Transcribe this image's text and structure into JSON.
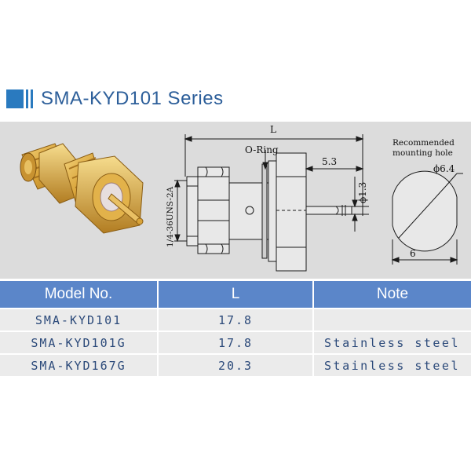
{
  "title": "SMA-KYD101 Series",
  "drawing": {
    "dim_L": "L",
    "oring_label": "O-Ring",
    "dim_5_3": "5.3",
    "dim_phi_1_3": "ϕ1.3",
    "thread_label": "1/4-36UNS-2A",
    "mount_title_line1": "Recommended",
    "mount_title_line2": "mounting hole",
    "dim_phi_6_4": "ϕ6.4",
    "dim_6": "6"
  },
  "table": {
    "headers": [
      "Model No.",
      "L",
      "Note"
    ],
    "rows": [
      {
        "model": "SMA-KYD101",
        "L": "17.8",
        "note": ""
      },
      {
        "model": "SMA-KYD101G",
        "L": "17.8",
        "note": "Stainless steel"
      },
      {
        "model": "SMA-KYD167G",
        "L": "20.3",
        "note": "Stainless steel"
      }
    ]
  },
  "colors": {
    "accent": "#2a7abf",
    "header_bg": "#5b86c9",
    "row_bg": "#ebebeb",
    "figure_bg": "#dcdcdc",
    "gold": "#d9a43a"
  }
}
